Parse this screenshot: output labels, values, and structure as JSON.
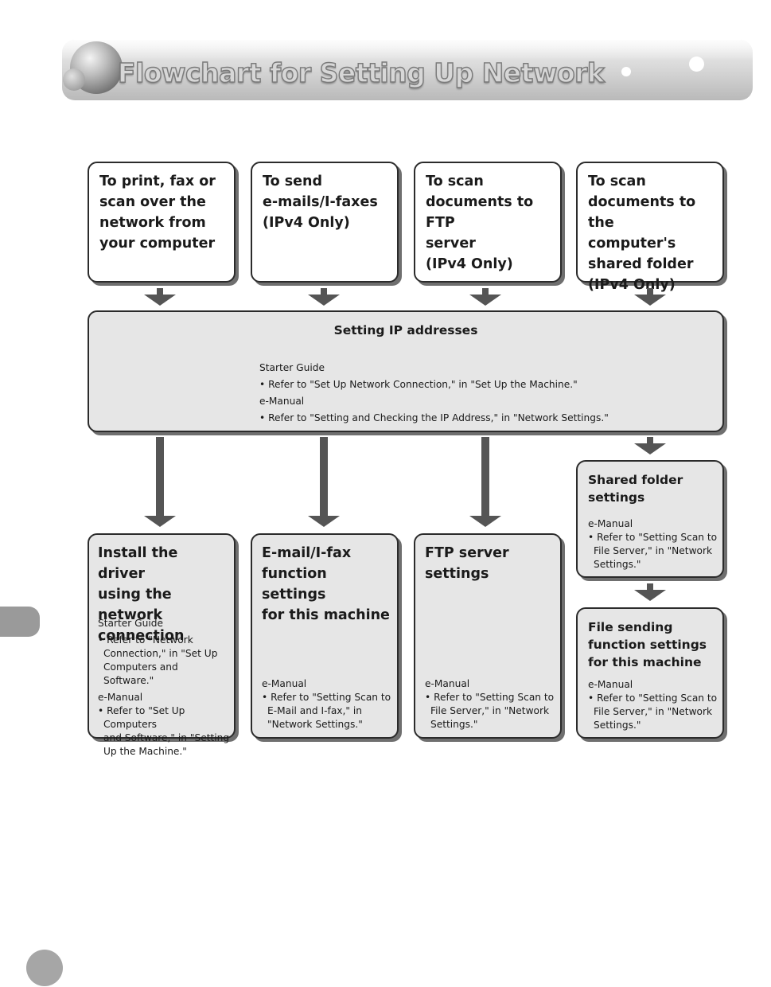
{
  "header": {
    "title": "Flowchart for Setting Up Network"
  },
  "top_boxes": [
    {
      "text": "To print, fax or\nscan over the\nnetwork from\nyour computer"
    },
    {
      "text": "To send\ne-mails/I-faxes\n(IPv4 Only)"
    },
    {
      "text": "To scan\ndocuments to FTP\nserver\n (IPv4 Only)"
    },
    {
      "text": "To scan\ndocuments to the\ncomputer's\nshared folder\n(IPv4 Only)"
    }
  ],
  "ip_box": {
    "title": "Setting IP addresses",
    "source1": "Starter Guide",
    "item1": "• Refer to \"Set Up Network Connection,\" in \"Set Up the Machine.\"",
    "source2": "e-Manual",
    "item2": "• Refer to \"Setting and Checking the IP Address,\" in \"Network Settings.\""
  },
  "bottom_boxes": [
    {
      "title": "Install the driver\nusing the network\nconnection",
      "source1": "Starter Guide",
      "item1": "• Refer to \"Network\nConnection,\" in \"Set Up\nComputers and Software.\"",
      "source2": "e-Manual",
      "item2": "• Refer to \"Set Up Computers\nand Software,\" in \"Setting\nUp the Machine.\""
    },
    {
      "title": "E-mail/I-fax\nfunction settings\nfor this machine",
      "source": "e-Manual",
      "item": "• Refer to \"Setting Scan to\nE-Mail and I-fax,\" in\n\"Network Settings.\""
    },
    {
      "title": "FTP server\nsettings",
      "source": "e-Manual",
      "item": "• Refer to \"Setting Scan to\nFile Server,\" in \"Network\nSettings.\""
    }
  ],
  "shared_folder_box": {
    "title": "Shared folder\nsettings",
    "source": "e-Manual",
    "item": "• Refer to \"Setting Scan to\nFile Server,\" in \"Network\nSettings.\""
  },
  "file_sending_box": {
    "title": "File sending\nfunction settings\nfor this machine",
    "source": "e-Manual",
    "item": "• Refer to \"Setting Scan to\nFile Server,\" in \"Network\nSettings.\""
  }
}
